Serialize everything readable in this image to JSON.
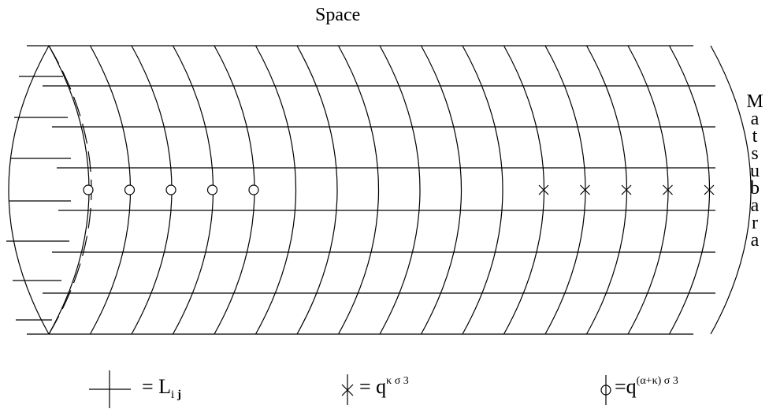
{
  "title": "Space",
  "side_label": [
    "M",
    "a",
    "t",
    "s",
    "u",
    "b",
    "a",
    "r",
    "a"
  ],
  "legend": {
    "cross": {
      "eq": "= L",
      "sub_plain": "i ",
      "sub_bold": "j"
    },
    "x_mark": {
      "eq": "= q",
      "sup": "κ σ 3"
    },
    "circle": {
      "eq": "=q",
      "sup": "(α+κ) σ 3"
    }
  },
  "colors": {
    "stroke": "#000000",
    "background": "#ffffff"
  },
  "marks": {
    "circles_count": 5,
    "crosses_count": 5,
    "arc_lines": 17,
    "horizontal_lines": 8
  }
}
